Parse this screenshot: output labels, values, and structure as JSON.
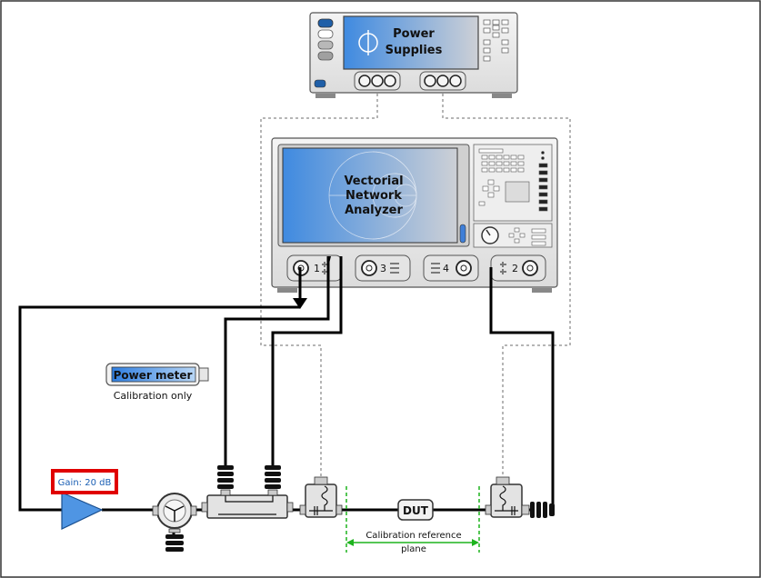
{
  "diagram": {
    "power_supplies": {
      "line1": "Power",
      "line2": "Supplies"
    },
    "vna": {
      "line1": "Vectorial",
      "line2": "Network",
      "line3": "Analyzer"
    },
    "ports": {
      "p1": "1",
      "p2": "2",
      "p3": "3",
      "p4": "4"
    },
    "power_meter": {
      "label": "Power meter",
      "caption": "Calibration only"
    },
    "amplifier": {
      "gain_label": "Gain: 20 dB"
    },
    "dut": {
      "label": "DUT"
    },
    "calibration_plane": {
      "line1": "Calibration reference",
      "line2": "plane"
    }
  },
  "colors": {
    "screen_start": "#4a90e2",
    "screen_end": "#c8ccd4",
    "highlight_box": "#e00000",
    "gain_text": "#1a5fb4",
    "cal_plane": "#1db31d",
    "cable": "#000000",
    "dashed": "#b0b0b0"
  }
}
